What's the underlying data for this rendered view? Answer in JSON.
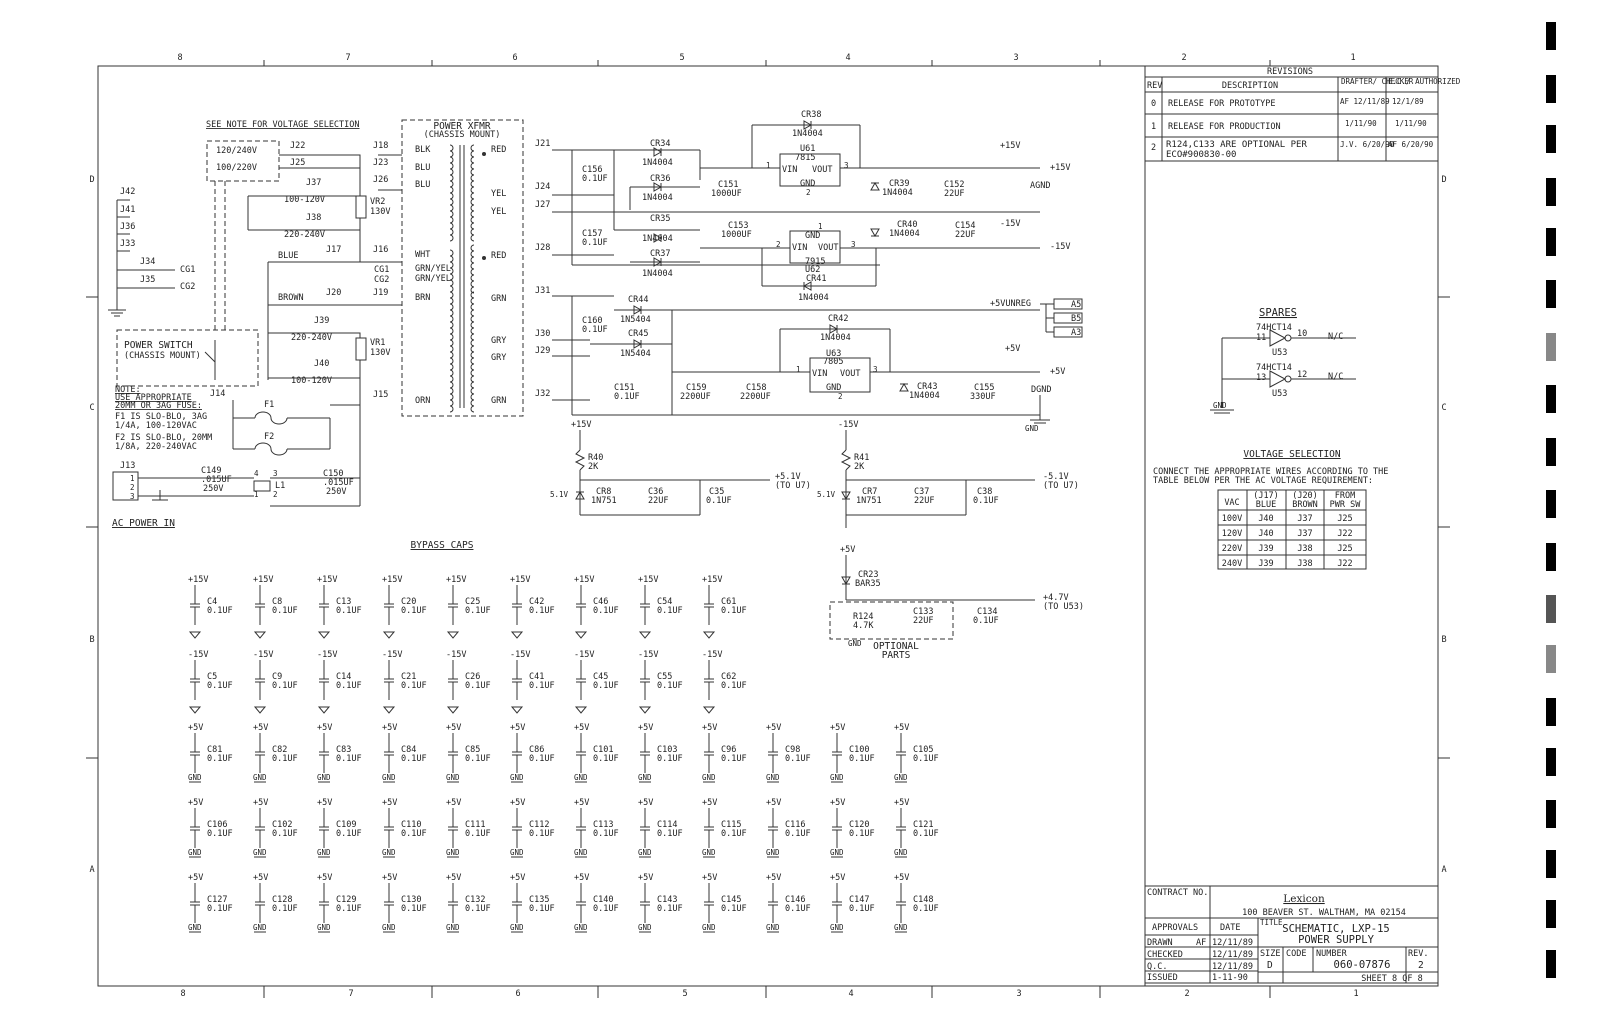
{
  "colors": {
    "ink": "#333333",
    "paper": "#ffffff"
  },
  "border": {
    "top_cols": [
      "8",
      "7",
      "6",
      "5",
      "4",
      "3",
      "2",
      "1"
    ],
    "bottom_cols": [
      "8",
      "7",
      "6",
      "5",
      "4",
      "3",
      "2",
      "1"
    ],
    "rows": [
      "D",
      "C",
      "B",
      "A"
    ]
  },
  "revisions": {
    "title": "REVISIONS",
    "h_rev": "REV",
    "h_desc": "DESCRIPTION",
    "h_draft": "DRAFTER/ CHECKER",
    "h_auth": "E.C./ AUTHORIZED",
    "rows": [
      {
        "rev": "0",
        "desc": "RELEASE FOR PROTOTYPE",
        "draft": "AF 12/11/89",
        "auth": "12/1/89"
      },
      {
        "rev": "1",
        "desc": "RELEASE FOR PRODUCTION",
        "draft": "1/11/90",
        "auth": "1/11/90"
      },
      {
        "rev": "2",
        "desc": "R124,C133 ARE OPTIONAL PER ECO#900830-00",
        "draft": "J.V. 6/20/90",
        "auth": "AF 6/20/90"
      }
    ]
  },
  "notes": {
    "voltage_note": "SEE NOTE FOR VOLTAGE SELECTION",
    "ac_power_in": "AC POWER IN",
    "bypass_caps": "BYPASS CAPS",
    "fuse_note": [
      "NOTE:",
      "USE APPROPRIATE",
      "20MM OR 3AG FUSE:",
      "F1 IS SLO-BLO, 3AG",
      "1/4A, 100-120VAC",
      "F2 IS SLO-BLO, 20MM",
      "1/8A, 220-240VAC"
    ],
    "optional_parts": [
      "OPTIONAL",
      "PARTS"
    ]
  },
  "xfmr": {
    "title": "POWER XFMR",
    "sub": "(CHASSIS MOUNT)",
    "left": [
      "BLK",
      "BLU",
      "BLU",
      "WHT",
      "GRN/YEL",
      "GRN/YEL",
      "BRN",
      "ORN"
    ],
    "right": [
      "RED",
      "YEL",
      "YEL",
      "RED",
      "GRN",
      "GRY",
      "GRY",
      "GRN"
    ]
  },
  "ac_in": {
    "switch": [
      "POWER SWITCH",
      "(CHASSIS MOUNT)"
    ],
    "voltages_top": [
      "120/240V",
      "100/220V"
    ],
    "wires": [
      "BLUE",
      "BROWN"
    ],
    "jumpers": [
      "J22",
      "J25",
      "J18",
      "J23",
      "J26",
      "J37",
      "100-120V",
      "J38",
      "220-240V",
      "J17",
      "J16",
      "J20",
      "J39",
      "220-240V",
      "J40",
      "100-120V",
      "J19",
      "J15",
      "J14",
      "J42",
      "J41",
      "J36",
      "J33",
      "J34",
      "J35",
      "J13",
      "CG1",
      "CG2",
      "CG1",
      "CG2"
    ],
    "parts": [
      "VR2",
      "130V",
      "VR1",
      "130V",
      "F1",
      "F2",
      "C149",
      ".015UF",
      "250V",
      "C150",
      ".015UF",
      "250V",
      "L1"
    ]
  },
  "reg": {
    "left_labels": [
      "J21",
      "J24",
      "J27",
      "J28",
      "J31",
      "J30",
      "J29",
      "J32"
    ],
    "caps": [
      "C156",
      "0.1UF",
      "C157",
      "0.1UF",
      "C151",
      "1000UF",
      "C153",
      "1000UF",
      "C152",
      "22UF",
      "C154",
      "22UF",
      "C160",
      "0.1UF",
      "C151",
      "0.1UF",
      "C159",
      "2200UF",
      "C158",
      "2200UF",
      "C155",
      "330UF"
    ],
    "diodes": [
      "CR34",
      "1N4004",
      "CR36",
      "1N4004",
      "CR35",
      "1N4004",
      "CR37",
      "1N4004",
      "CR38",
      "1N4004",
      "CR39",
      "1N4004",
      "CR40",
      "1N4004",
      "CR41",
      "1N4004",
      "CR44",
      "1N5404",
      "CR45",
      "1N5404",
      "CR42",
      "1N4004",
      "CR43",
      "1N4004"
    ],
    "regs": [
      {
        "ref": "U61",
        "num": "7815",
        "vin": "VIN",
        "vout": "VOUT",
        "gnd": "GND",
        "p1": "1",
        "p2": "2",
        "p3": "3"
      },
      {
        "ref": "U62",
        "num": "7915",
        "vin": "VIN",
        "vout": "VOUT",
        "gnd": "GND",
        "p1": "1",
        "p2": "2",
        "p3": "3"
      },
      {
        "ref": "U63",
        "num": "7805",
        "vin": "VIN",
        "vout": "VOUT",
        "gnd": "GND",
        "p1": "1",
        "p2": "2",
        "p3": "3"
      }
    ],
    "rails": [
      "+15V",
      "+15V",
      "AGND",
      "-15V",
      "-15V",
      "+5VUNREG",
      "+5V",
      "+5V",
      "DGND"
    ],
    "outputs": [
      "A5",
      "B5",
      "A3"
    ]
  },
  "refs": {
    "left": {
      "rail": "+15V",
      "r": "R40",
      "rv": "2K",
      "cr": "CR8",
      "crv": "1N751",
      "zv": "5.1V",
      "c1": "C36",
      "c1v": "22UF",
      "c2": "C35",
      "c2v": "0.1UF",
      "out": "+5.1V",
      "to": "(TO U7)"
    },
    "right": {
      "rail": "-15V",
      "r": "R41",
      "rv": "2K",
      "cr": "CR7",
      "crv": "1N751",
      "zv": "5.1V",
      "c1": "C37",
      "c1v": "22UF",
      "c2": "C38",
      "c2v": "0.1UF",
      "out": "-5.1V",
      "to": "(TO U7)"
    },
    "u53": {
      "rail": "+5V",
      "cr": "CR23",
      "crv": "BAR35",
      "r": "R124",
      "rv": "4.7K",
      "c1": "C133",
      "c1v": "22UF",
      "c2": "C134",
      "c2v": "0.1UF",
      "out": "+4.7V",
      "to": "(TO U53)",
      "gnd": "GND"
    }
  },
  "bypass_rows": [
    {
      "rail": "+15V",
      "caps": [
        "C4",
        "C8",
        "C13",
        "C20",
        "C25",
        "C42",
        "C46",
        "C54",
        "C61"
      ]
    },
    {
      "rail": "-15V",
      "caps": [
        "C5",
        "C9",
        "C14",
        "C21",
        "C26",
        "C41",
        "C45",
        "C55",
        "C62"
      ]
    },
    {
      "rail": "+5V",
      "caps": [
        "C81",
        "C82",
        "C83",
        "C84",
        "C85",
        "C86",
        "C101",
        "C103",
        "C96",
        "C98",
        "C100",
        "C105"
      ]
    },
    {
      "rail": "+5V",
      "caps": [
        "C106",
        "C102",
        "C109",
        "C110",
        "C111",
        "C112",
        "C113",
        "C114",
        "C115",
        "C116",
        "C120",
        "C121"
      ]
    },
    {
      "rail": "+5V",
      "caps": [
        "C127",
        "C128",
        "C129",
        "C130",
        "C132",
        "C135",
        "C140",
        "C143",
        "C145",
        "C146",
        "C147",
        "C148"
      ]
    }
  ],
  "bypass_value": "0.1UF",
  "gnd": "GND",
  "spares": {
    "title": "SPARES",
    "parts": [
      {
        "name": "74HCT14",
        "pin_in": "11",
        "pin_out": "10",
        "nc": "N/C",
        "ref": "U53"
      },
      {
        "name": "74HCT14",
        "pin_in": "13",
        "pin_out": "12",
        "nc": "N/C",
        "ref": "U53"
      }
    ],
    "gnd": "GND"
  },
  "voltage_selection": {
    "title": "VOLTAGE SELECTION",
    "text": [
      "CONNECT THE APPROPRIATE WIRES ACCORDING TO THE",
      "TABLE BELOW PER THE AC VOLTAGE REQUIREMENT:"
    ],
    "headers": [
      [
        "VAC"
      ],
      [
        "(J17)",
        "BLUE"
      ],
      [
        "(J20)",
        "BROWN"
      ],
      [
        "FROM",
        "PWR SW"
      ]
    ],
    "rows": [
      [
        "100V",
        "J40",
        "J37",
        "J25"
      ],
      [
        "120V",
        "J40",
        "J37",
        "J22"
      ],
      [
        "220V",
        "J39",
        "J38",
        "J25"
      ],
      [
        "240V",
        "J39",
        "J38",
        "J22"
      ]
    ]
  },
  "title_block": {
    "contract": "CONTRACT NO.",
    "company": "Lexicon",
    "address": "100 BEAVER ST. WALTHAM, MA 02154",
    "approvals": "APPROVALS",
    "date_h": "DATE",
    "title_h": "TITLE",
    "title1": "SCHEMATIC, LXP-15",
    "title2": "POWER SUPPLY",
    "drawn": "DRAWN",
    "drawn_by": "AF",
    "drawn_date": "12/11/89",
    "checked": "CHECKED",
    "checked_date": "12/11/89",
    "qc": "Q.C.",
    "qc_date": "12/11/89",
    "issued": "ISSUED",
    "issued_date": "1-11-90",
    "size_h": "SIZE",
    "size": "D",
    "code_h": "CODE",
    "number_h": "NUMBER",
    "number": "060-07876",
    "rev_h": "REV.",
    "rev": "2",
    "sheet": "SHEET 8 OF 8"
  }
}
